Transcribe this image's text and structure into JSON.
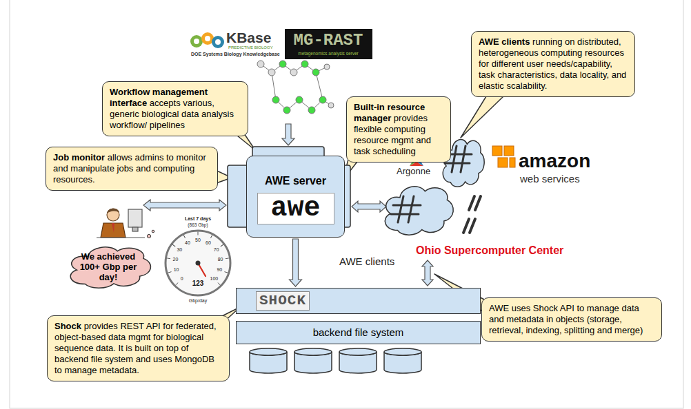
{
  "diagram": {
    "nodes": [
      {
        "text": [
          "Workflow management interface",
          "accepts various, generic biological data analysis workflow/ pipelines"
        ]
      },
      {
        "text": [
          "Built-in resource manager",
          "provides flexible computing resource mgmt and task scheduling"
        ]
      },
      {
        "text": [
          "AWE clients",
          "running on distributed, heterogeneous computing resources for different user needs/capability, task characteristics, data locality, and elastic scalability."
        ]
      },
      {
        "text": [
          "Job monitor",
          "allows admins to monitor and manipulate jobs and computing resources."
        ]
      },
      {
        "text": [
          "AWE server",
          "awe"
        ]
      },
      {
        "text": [
          "We achieved 100+ Gbp per day!"
        ]
      },
      {
        "text": [
          "SHOCK"
        ]
      },
      {
        "text": [
          "AWE uses Shock API to manage data and metadata in objects (storage, retrieval, indexing, splitting and merge)"
        ]
      },
      {
        "text": [
          "backend file system"
        ]
      },
      {
        "text": [
          "Shock",
          "provides REST API for federated, object-based data mgmt for biological sequence data. It is built on top of backend file system and uses MongoDB to manage metadata."
        ]
      }
    ],
    "edges": [
      {
        "from": 4,
        "to": 6,
        "arrow": "to"
      }
    ],
    "labels": [
      "KBase",
      "PREDICTIVE BIOLOGY",
      "DOE Systems Biology Knowledgebase",
      "MG-RAST",
      "metagenomics analysis server",
      "Last 7 days",
      "(863 Gbp)",
      "0",
      "10",
      "20",
      "30",
      "40",
      "50",
      "60",
      "70",
      "80",
      "90",
      "100",
      "123",
      "Gbp/day",
      "Argonne",
      "amazon",
      "web services",
      "Ohio Supercomputer Center",
      "AWE clients"
    ]
  }
}
